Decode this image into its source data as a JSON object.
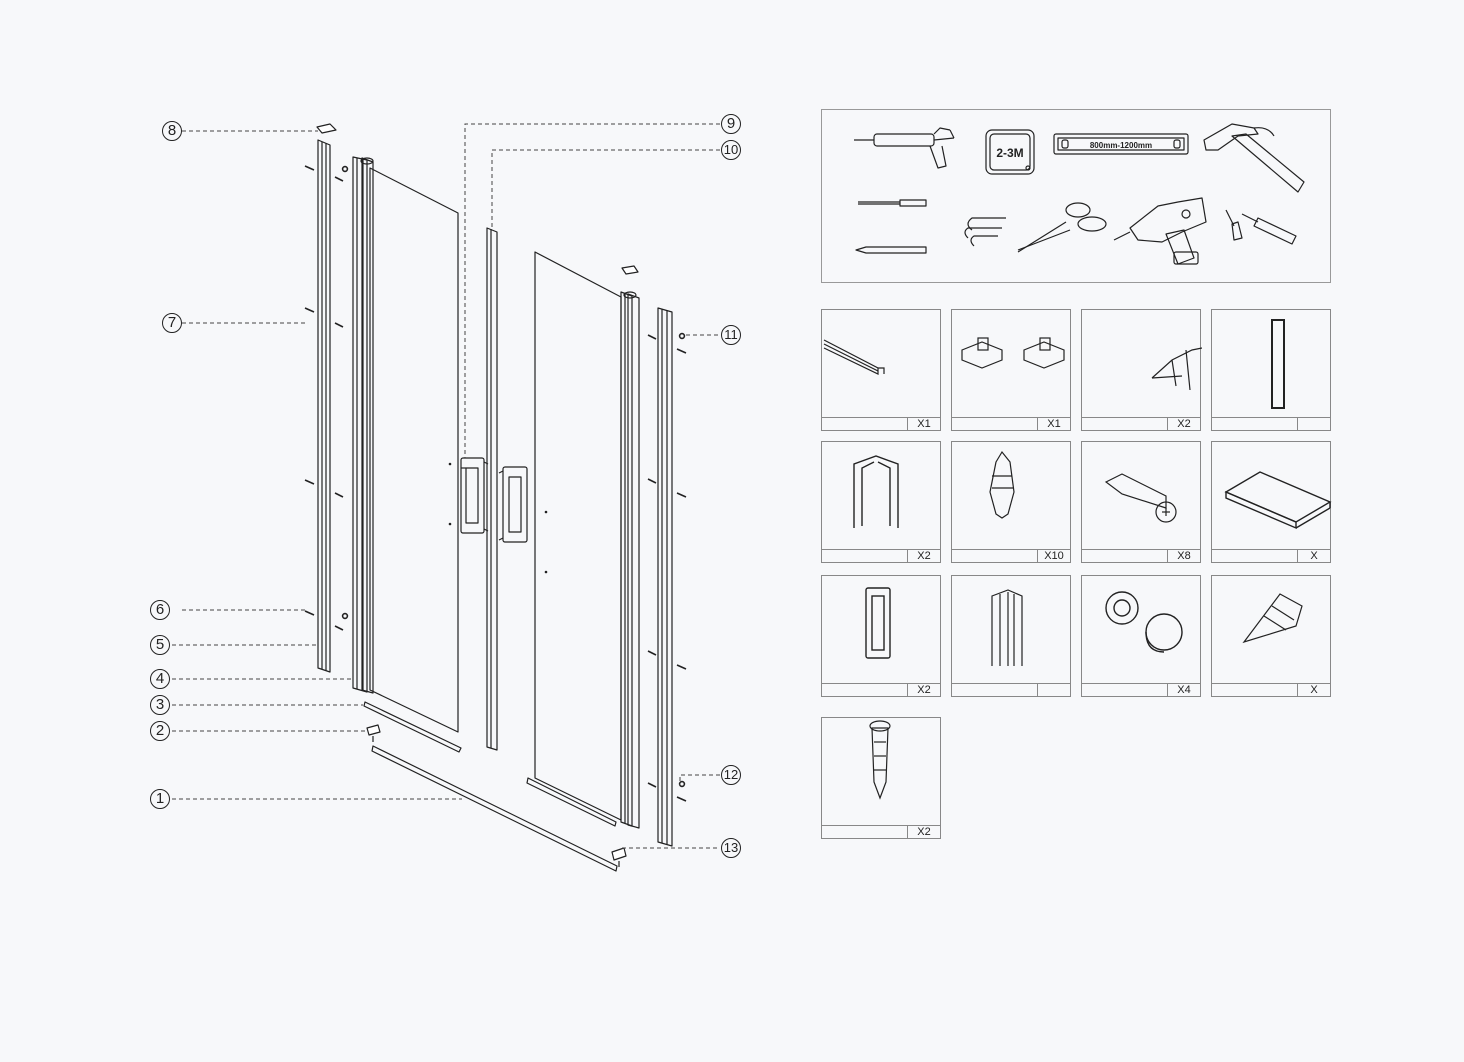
{
  "callouts": [
    {
      "number": "8"
    },
    {
      "number": "7"
    },
    {
      "number": "6"
    },
    {
      "number": "5"
    },
    {
      "number": "4"
    },
    {
      "number": "3"
    },
    {
      "number": "2"
    },
    {
      "number": "1"
    },
    {
      "number": "9"
    },
    {
      "number": "10"
    },
    {
      "number": "11"
    },
    {
      "number": "12"
    },
    {
      "number": "13"
    }
  ],
  "tools": {
    "tape_label": "2-3M",
    "level_label": "800mm-1200mm",
    "icons": [
      "caulking-gun-icon",
      "tape-measure-icon",
      "spirit-level-icon",
      "hammer-icon",
      "drill-bit-icon",
      "pencil-icon",
      "allen-key-icon",
      "scissors-icon",
      "power-drill-icon",
      "screwdriver-icon"
    ]
  },
  "parts": [
    {
      "qty": "X1",
      "icon": "channel-profile-icon"
    },
    {
      "qty": "X1",
      "icon": "bracket-clips-icon"
    },
    {
      "qty": "X2",
      "icon": "angle-profile-icon"
    },
    {
      "qty": "",
      "icon": "door-frame-icon"
    },
    {
      "qty": "X2",
      "icon": "u-channel-icon"
    },
    {
      "qty": "X10",
      "icon": "wall-plug-icon"
    },
    {
      "qty": "X8",
      "icon": "screw-icon"
    },
    {
      "qty": "X",
      "icon": "end-cap-icon"
    },
    {
      "qty": "X2",
      "icon": "handle-icon"
    },
    {
      "qty": "",
      "icon": "magnetic-strip-icon"
    },
    {
      "qty": "X4",
      "icon": "cover-caps-icon"
    },
    {
      "qty": "X",
      "icon": "conical-screw-icon"
    },
    {
      "qty": "X2",
      "icon": "long-screw-icon"
    }
  ]
}
